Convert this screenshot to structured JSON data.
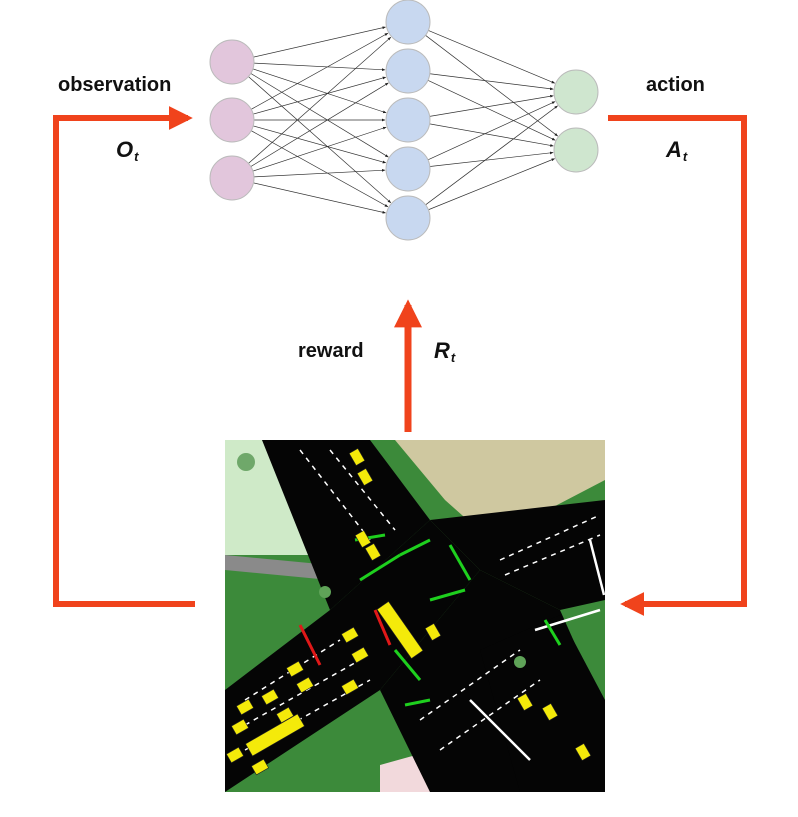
{
  "labels": {
    "observation": "observation",
    "observation_symbol": "O",
    "observation_subscript": "t",
    "action": "action",
    "action_symbol": "A",
    "action_subscript": "t",
    "reward": "reward",
    "reward_symbol": "R",
    "reward_subscript": "t"
  },
  "network": {
    "layers": [
      {
        "name": "input",
        "nodes": 3,
        "color": "#e2c6dc"
      },
      {
        "name": "hidden",
        "nodes": 5,
        "color": "#c8d8f0"
      },
      {
        "name": "output",
        "nodes": 2,
        "color": "#cfe6cf"
      }
    ]
  },
  "colors": {
    "arrow": "#f0431c",
    "road": "#050505",
    "grass_dark": "#3c8a3a",
    "grass_light": "#cfeac8",
    "sand": "#cfc8a0",
    "vehicle": "#f4ea0a",
    "stop_line_green": "#1ed01e",
    "stop_line_red": "#e01818"
  }
}
